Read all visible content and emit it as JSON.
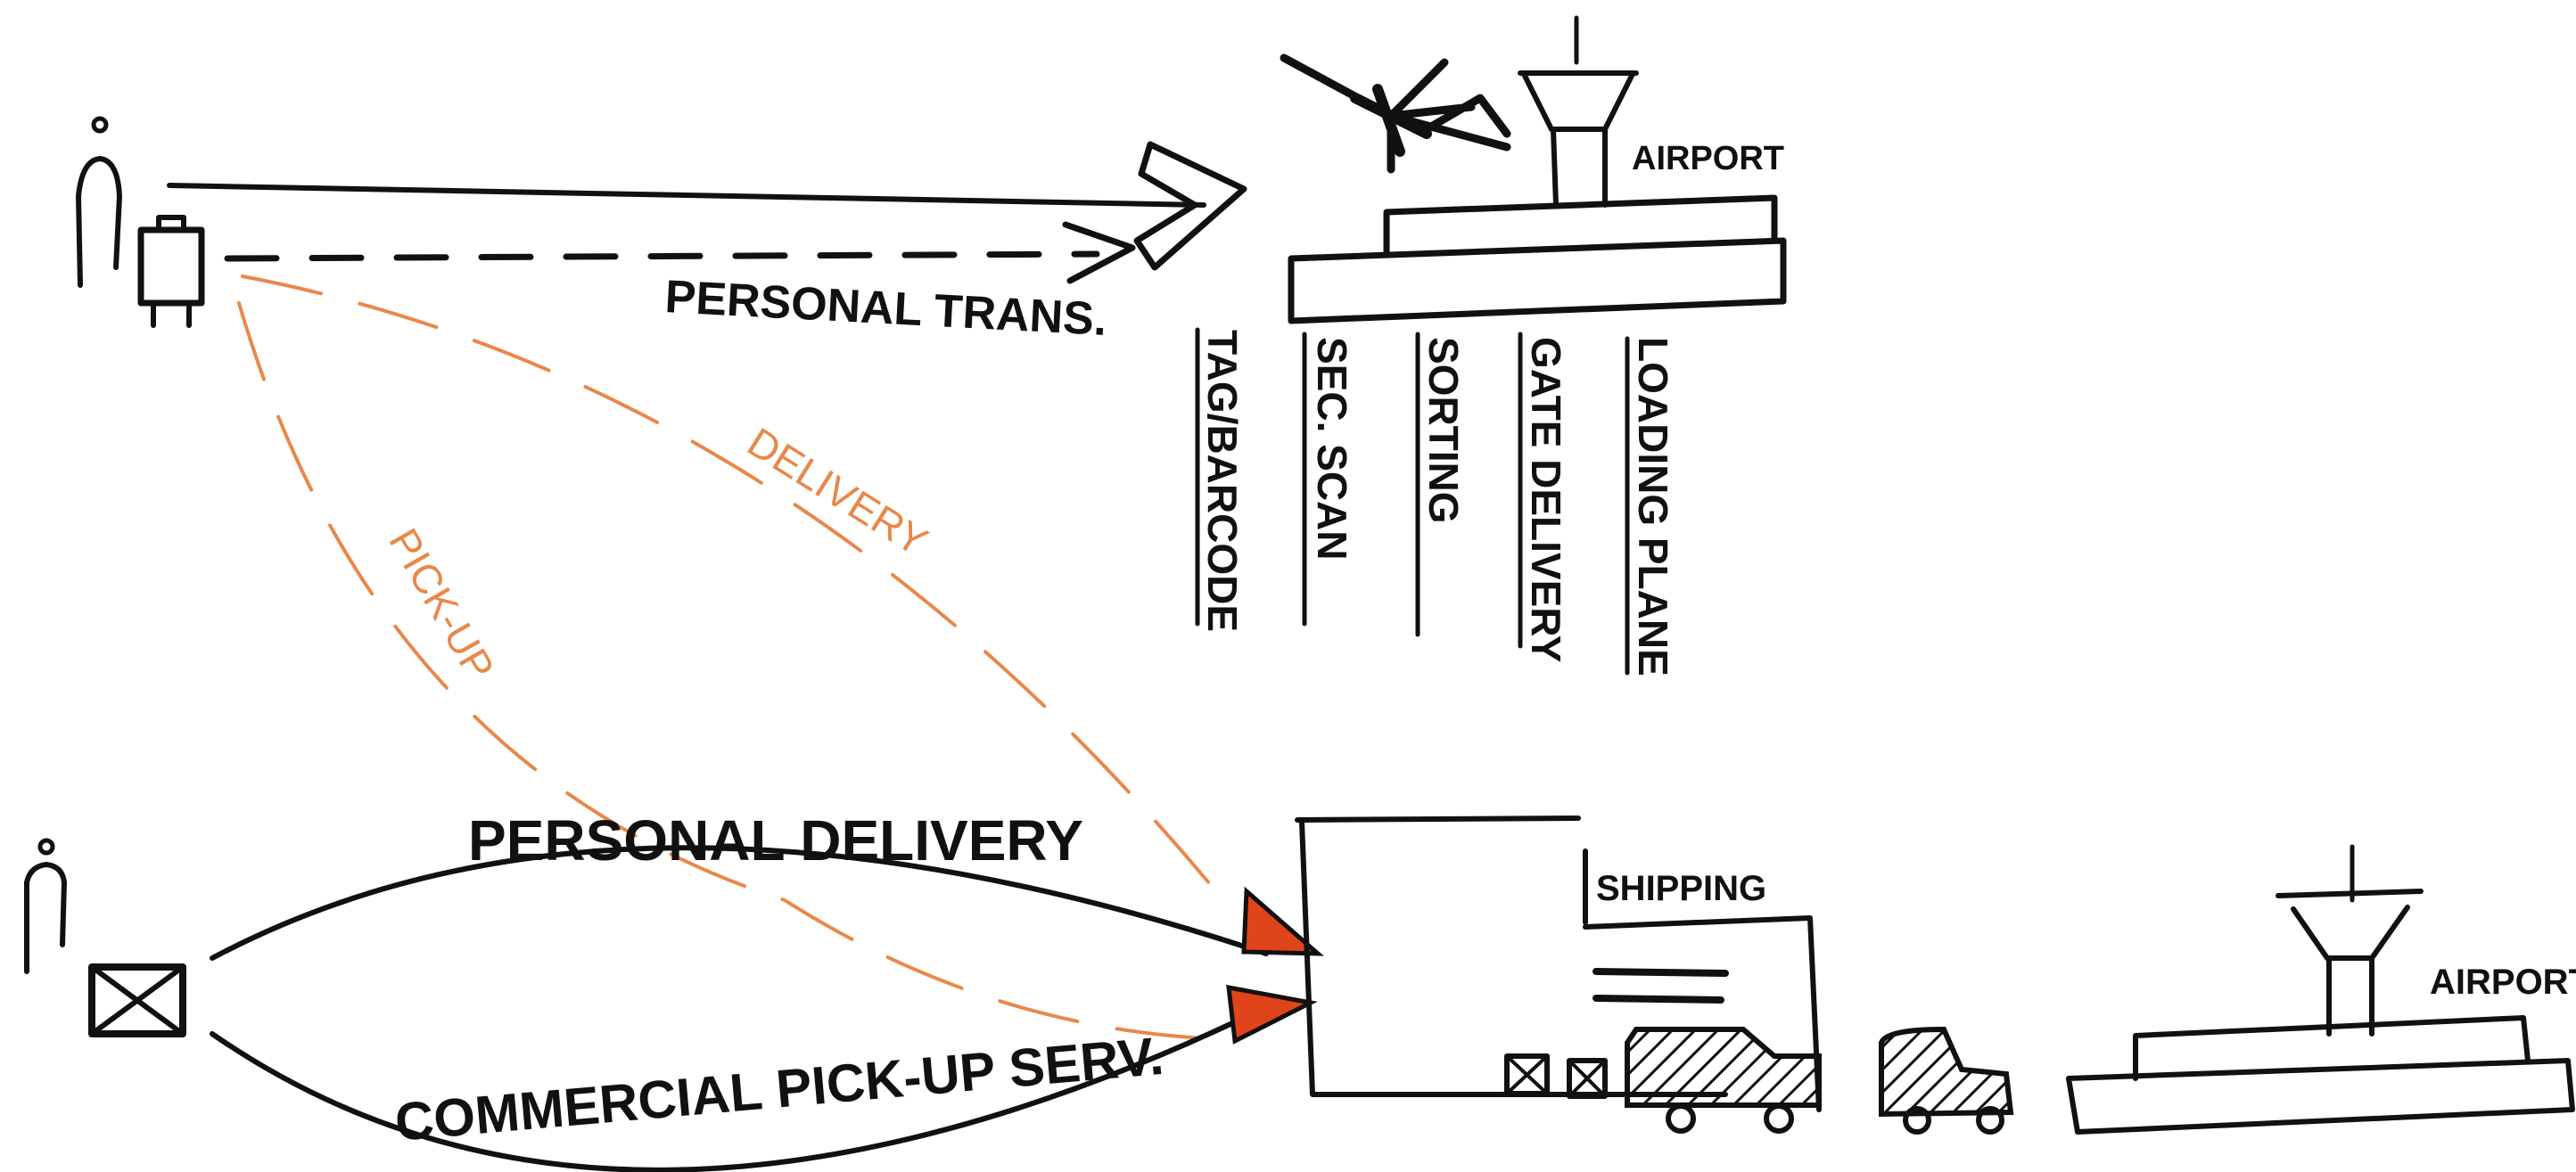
{
  "labels": {
    "personal_trans": "PERSONAL TRANS.",
    "airport_top": "AIRPORT",
    "tag_barcode": "TAG/BARCODE",
    "sec_scan": "SEC. SCAN",
    "sorting": "SORTING",
    "gate_delivery": "GATE DELIVERY",
    "loading_plane": "LOADING PLANE",
    "delivery": "DELIVERY",
    "pick_up": "PICK-UP",
    "personal_delivery": "PERSONAL DELIVERY",
    "commercial_pickup": "COMMERCIAL PICK-UP SERV.",
    "shipping": "SHIPPING",
    "airport_bottom": "AIRPORT"
  },
  "colors": {
    "ink": "#111111",
    "accent": "#e8884a",
    "arrowhead": "#e0441a"
  }
}
